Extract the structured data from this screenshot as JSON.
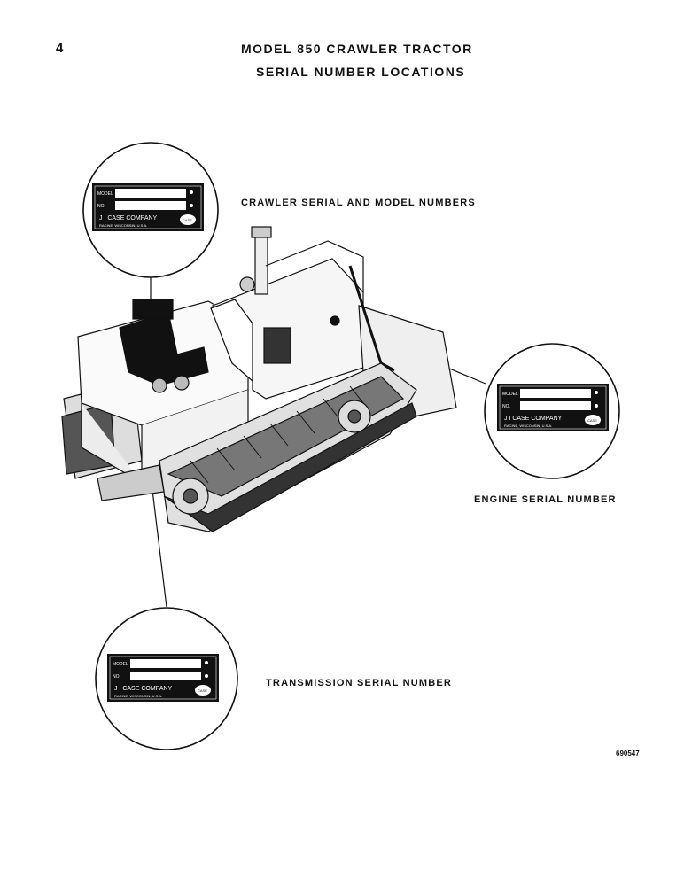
{
  "page": {
    "number": "4",
    "title": "MODEL 850 CRAWLER TRACTOR",
    "subtitle": "SERIAL NUMBER LOCATIONS",
    "figure_id": "690547"
  },
  "callouts": {
    "crawler": "CRAWLER SERIAL AND MODEL NUMBERS",
    "engine": "ENGINE SERIAL NUMBER",
    "transmission": "TRANSMISSION SERIAL NUMBER"
  },
  "plate": {
    "model_label": "MODEL",
    "no_label": "NO.",
    "company": "J I CASE COMPANY",
    "location": "RACINE, WISCONSIN, U.S.A.",
    "badge": "CASE"
  }
}
